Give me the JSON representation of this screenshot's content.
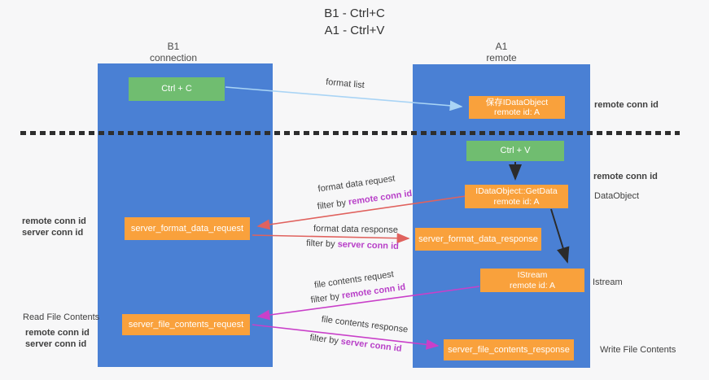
{
  "title": {
    "line1": "B1 - Ctrl+C",
    "line2": "A1 - Ctrl+V"
  },
  "lanes": {
    "left": {
      "name": "B1",
      "role": "connection"
    },
    "right": {
      "name": "A1",
      "role": "remote"
    }
  },
  "boxes": {
    "ctrl_c": "Ctrl + C",
    "ctrl_v": "Ctrl + V",
    "save_dataobject_line1": "保存IDataObject",
    "save_dataobject_line2": "remote id: A",
    "getdata_line1": "IDataObject::GetData",
    "getdata_line2": "remote id: A",
    "istream_line1": "IStream",
    "istream_line2": "remote id: A",
    "format_request": "server_format_data_request",
    "format_response": "server_format_data_response",
    "file_request": "server_file_contents_request",
    "file_response": "server_file_contents_response"
  },
  "arrow_labels": {
    "format_list": "format list",
    "format_data_request": "format data request",
    "format_data_response": "format data response",
    "file_contents_request": "file contents request",
    "file_contents_response": "file contents response",
    "filter_prefix": "filter by ",
    "remote_conn_id": "remote conn id",
    "server_conn_id": "server conn id"
  },
  "side_labels": {
    "remote_conn_id": "remote conn id",
    "server_conn_id": "server conn id",
    "dataobject": "DataObject",
    "istream": "Istream",
    "read_file_contents": "Read File Contents",
    "write_file_contents": "Write File Contents"
  },
  "colors": {
    "lane_blue": "#4a80d4",
    "box_orange": "#f9a13c",
    "box_green": "#70bd70",
    "purple_text": "#ab47c8",
    "magenta_text": "#b840c8",
    "green_text": "#5cb85c",
    "arrow_red": "#e0625e",
    "arrow_magenta": "#c940c9",
    "arrow_light_blue": "#a9d4f5",
    "arrow_black": "#2b2b2b",
    "dash_black": "#2e2e2e"
  }
}
